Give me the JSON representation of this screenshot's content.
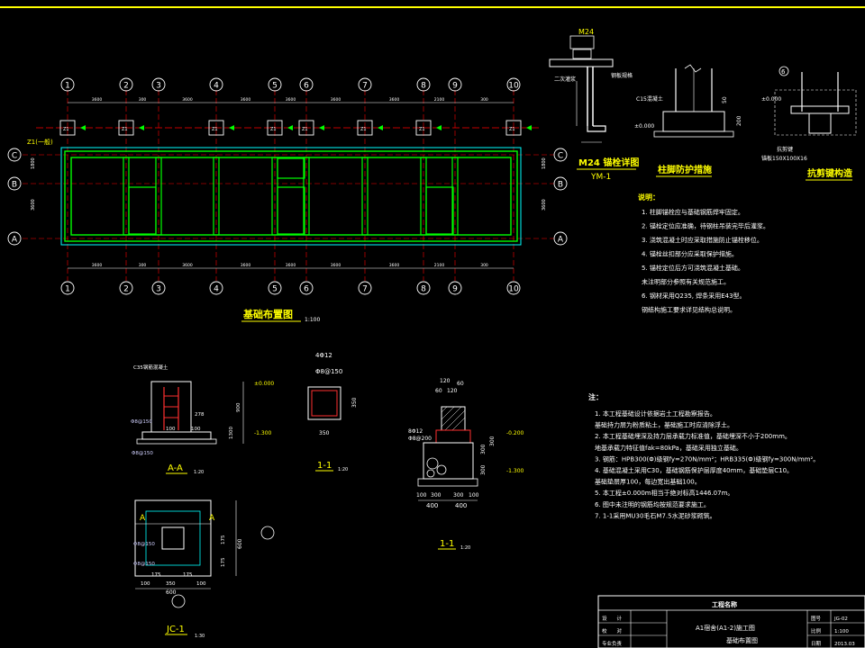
{
  "colors": {
    "background": "#000000",
    "frame": "#ffff00",
    "grid": "#ff0000",
    "wall": "#00ff00",
    "outline": "#00ffff",
    "text": "#ffffff"
  },
  "plan": {
    "title": "基础布置图",
    "scale": "1:100",
    "axes_top": [
      "1",
      "2",
      "3",
      "4",
      "5",
      "6",
      "7",
      "8",
      "9",
      "10"
    ],
    "axes_side": [
      "C",
      "B",
      "A"
    ],
    "spans": [
      "3600",
      "300",
      "3600",
      "3600",
      "3600",
      "3600",
      "3600",
      "2100",
      "300",
      "3600"
    ],
    "side_dims": [
      "1800",
      "3600"
    ],
    "column_label": "Z1",
    "left_note": "Z1(一般)"
  },
  "detail_ym": {
    "title": "M24 锚栓详图",
    "subtitle": "YM-1",
    "bolt": "M24",
    "note_left": "二次灌浆",
    "note_right": "钢板规格"
  },
  "detail_col": {
    "title": "柱脚防护措施",
    "label": "C15混凝土",
    "dim": "200",
    "dim2": "50",
    "elev": "±0.000"
  },
  "detail_shear": {
    "title": "抗剪键构造",
    "label": "锚板150X100X16",
    "label2": "抗剪键",
    "num": "6",
    "elev": "±0.000"
  },
  "notes_top": {
    "header": "说明：",
    "items": [
      "1. 柱脚锚栓应与基础钢筋焊牢固定。",
      "2. 锚栓定位应准确，待钢柱吊装完毕后灌浆。",
      "3. 浇筑混凝土时应采取措施防止锚栓移位。",
      "4. 锚栓丝扣部分应采取保护措施。",
      "5. 锚栓定位后方可浇筑混凝土基础。",
      "   未注明部分参照有关规范施工。",
      "6. 钢材采用Q235, 焊条采用E43型。",
      "   钢结构施工要求详见结构总说明。"
    ]
  },
  "detail_aa": {
    "title": "A-A",
    "scale": "1:20",
    "label_top": "C35钢筋混凝土",
    "dims": [
      "278",
      "100",
      "100",
      "900",
      "1300"
    ],
    "elev_top": "±0.000",
    "elev_bot": "-1.300",
    "bars": [
      "Φ8@150",
      "Φ8@150"
    ]
  },
  "detail_11a": {
    "title": "1-1",
    "scale": "1:20",
    "bars": "4Φ12",
    "stirrup": "Φ8@150",
    "width": "350",
    "height": "350"
  },
  "detail_11b": {
    "title": "1-1",
    "scale": "1:20",
    "dims_top": [
      "120",
      "60",
      "120",
      "60"
    ],
    "bars": [
      "8Φ12",
      "Φ8@200"
    ],
    "elev": [
      "-0.200",
      "-1.300"
    ],
    "dims_side": [
      "300",
      "300",
      "300"
    ],
    "dims_bot": [
      "100",
      "300",
      "300",
      "100"
    ],
    "dims_bot2": [
      "400",
      "400"
    ]
  },
  "detail_jc": {
    "title": "JC-1",
    "scale": "1:30",
    "label_a": "A",
    "bars": [
      "Φ8@150",
      "Φ8@150"
    ],
    "dims_bot": [
      "100",
      "175",
      "350",
      "175",
      "100"
    ],
    "total": "600",
    "dims_side": [
      "175",
      "175",
      "600"
    ]
  },
  "notes_bottom": {
    "header": "注：",
    "items": [
      "1. 本工程基础设计依据岩土工程勘察报告。",
      "   基础持力层为粉质粘土，基础施工时应清除浮土。",
      "2. 本工程基础埋深及持力层承载力标准值，基础埋深不小于200mm。",
      "   地基承载力特征值fak=80kPa，基础采用独立基础。",
      "3. 钢筋：HPB300(Φ)级钢fy=270N/mm²；HRB335(Φ)级钢fy=300N/mm²。",
      "4. 基础混凝土采用C30，基础钢筋保护层厚度40mm，基础垫层C10。",
      "   基础垫层厚100，每边宽出基础100。",
      "5. 本工程±0.000m相当于绝对标高1446.07m。",
      "6. 图中未注明的钢筋均按规范要求施工。",
      "7. 1-1采用MU30毛石M7.5水泥砂浆砌筑。"
    ]
  },
  "title_block": {
    "project_label": "工程名称",
    "project": "A1宿舍(A1-2)施工图",
    "drawing": "基础布置图",
    "rows": [
      "设　　计",
      "校　　对",
      "专业负责"
    ],
    "fields": [
      "图号",
      "比例",
      "日期"
    ],
    "values": [
      "JG-02",
      "1:100",
      "2013.03"
    ]
  }
}
